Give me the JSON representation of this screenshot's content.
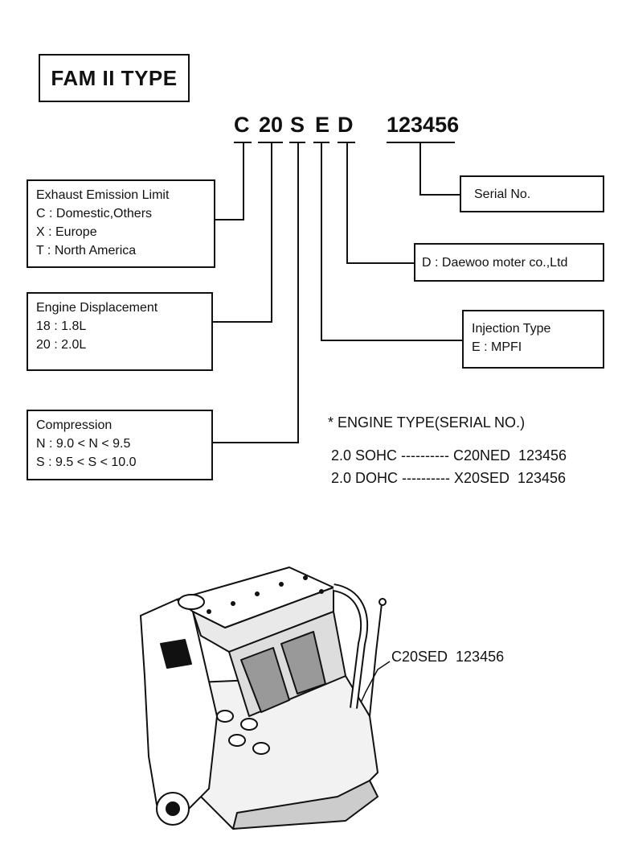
{
  "title": "FAM II TYPE",
  "code": {
    "letters": [
      "C",
      "20",
      "S",
      "E",
      "D"
    ],
    "serial": "123456"
  },
  "boxes": {
    "emission": {
      "heading": "Exhaust Emission Limit",
      "lines": [
        "C : Domestic,Others",
        "X : Europe",
        "T : North America"
      ]
    },
    "displacement": {
      "heading": "Engine Displacement",
      "lines": [
        "18 : 1.8L",
        "20 : 2.0L"
      ]
    },
    "compression": {
      "heading": "Compression",
      "lines": [
        "N : 9.0 < N < 9.5",
        "S : 9.5 < S < 10.0"
      ]
    },
    "serial": {
      "heading": "Serial No."
    },
    "maker": {
      "heading": "D : Daewoo moter co.,Ltd"
    },
    "injection": {
      "heading": "Injection Type",
      "lines": [
        "E : MPFI"
      ]
    }
  },
  "engine_types": {
    "heading": "* ENGINE TYPE(SERIAL NO.)",
    "rows": [
      "2.0 SOHC ---------- C20NED  123456",
      "2.0 DOHC ---------- X20SED  123456"
    ]
  },
  "engine_label": "C20SED  123456"
}
